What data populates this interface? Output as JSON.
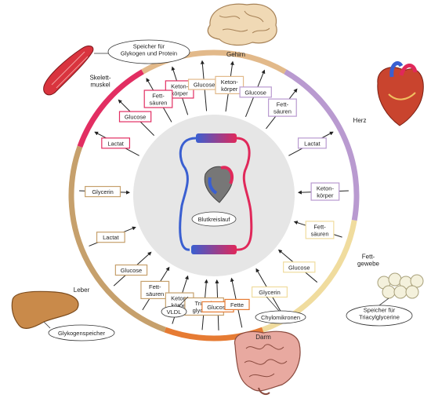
{
  "organs": {
    "gehirn": "Gehirn",
    "herz": "Herz",
    "fettgewebe": "Fett-\ngewebe",
    "darm": "Darm",
    "leber": "Leber",
    "skelettmuskel": "Skelett-\nmuskel"
  },
  "callouts": {
    "muskel_speicher": "Speicher für\nGlykogen und Protein",
    "fett_speicher": "Speicher für\nTriacylglycerine",
    "leber_speicher": "Glykogenspeicher",
    "chylomikronen": "Chylomikronen",
    "vldl": "VLDL"
  },
  "center_label": "Blutkreislauf",
  "metabolites": [
    {
      "text": "Keton-\nkörper",
      "ring": "muscle"
    },
    {
      "text": "Glucose",
      "ring": "brain"
    },
    {
      "text": "Keton-\nkörper",
      "ring": "brain"
    },
    {
      "text": "Fett-\nsäuren",
      "ring": "muscle"
    },
    {
      "text": "Glucose",
      "ring": "heart"
    },
    {
      "text": "Glucose",
      "ring": "muscle"
    },
    {
      "text": "Fett-\nsäuren",
      "ring": "heart"
    },
    {
      "text": "Lactat",
      "ring": "muscle"
    },
    {
      "text": "Lactat",
      "ring": "heart"
    },
    {
      "text": "Glycerin",
      "ring": "liver"
    },
    {
      "text": "Keton-\nkörper",
      "ring": "heart"
    },
    {
      "text": "Lactat",
      "ring": "liver"
    },
    {
      "text": "Fett-\nsäuren",
      "ring": "fat"
    },
    {
      "text": "Glucose",
      "ring": "liver"
    },
    {
      "text": "Glucose",
      "ring": "fat"
    },
    {
      "text": "Fett-\nsäuren",
      "ring": "liver"
    },
    {
      "text": "Glycerin",
      "ring": "fat"
    },
    {
      "text": "Keton-\nkörper",
      "ring": "liver"
    },
    {
      "text": "Triacyl-\nglycerine",
      "ring": "liver"
    },
    {
      "text": "Glucose",
      "ring": "gut"
    },
    {
      "text": "Fette",
      "ring": "gut"
    }
  ],
  "colors": {
    "brain": "#e2b98a",
    "heart": "#b99ad0",
    "fat": "#f0dc9e",
    "gut": "#e67b33",
    "liver": "#c6a06c",
    "muscle": "#e22e62",
    "center": "#e6e6e6",
    "vein": "#3a5fd1",
    "artery": "#e0285a"
  }
}
